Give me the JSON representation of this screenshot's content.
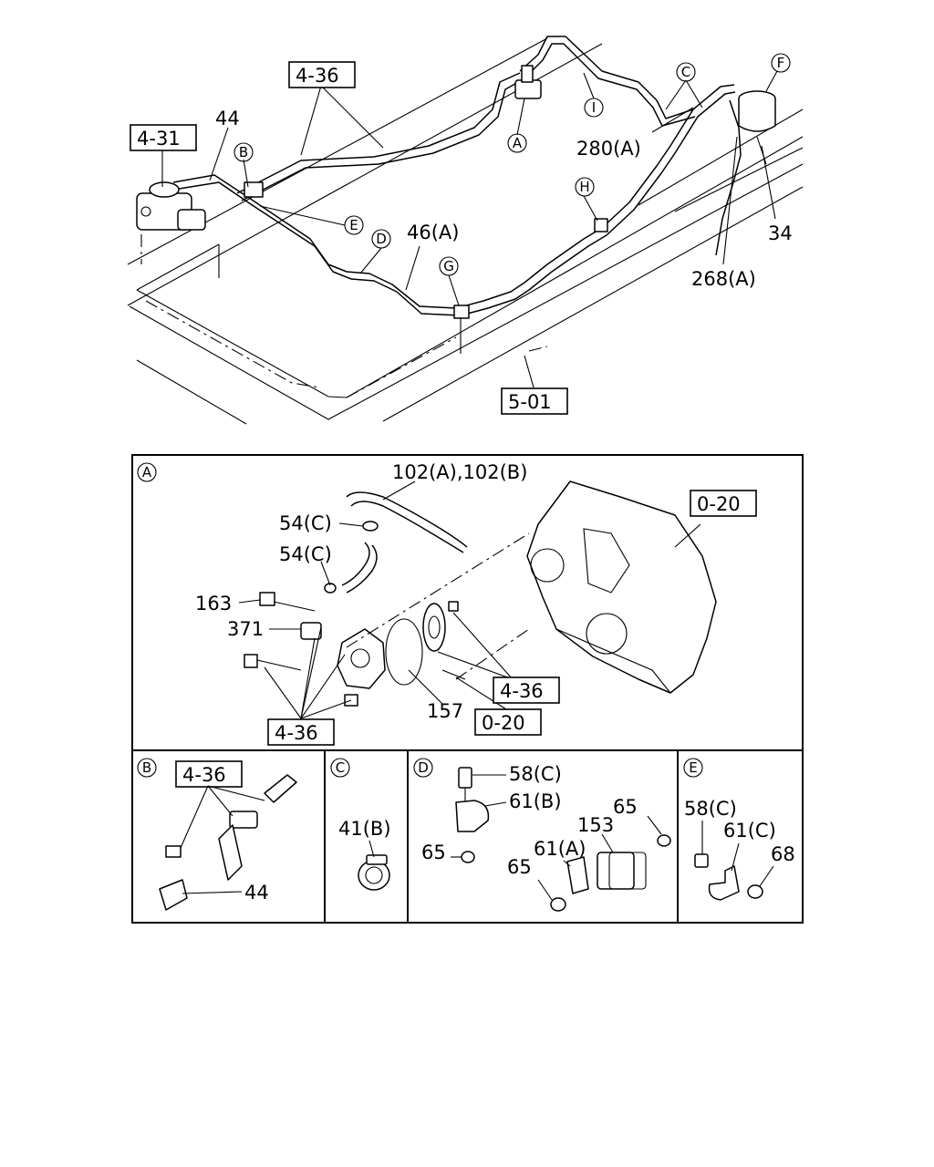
{
  "top_view": {
    "ref_4_36": "4-36",
    "ref_4_31": "4-31",
    "ref_5_01": "5-01",
    "n_44": "44",
    "n_280a": "280(A)",
    "n_46a": "46(A)",
    "n_34": "34",
    "n_268a": "268(A)",
    "m_a": "A",
    "m_b": "B",
    "m_c": "C",
    "m_d": "D",
    "m_e": "E",
    "m_f": "F",
    "m_g": "G",
    "m_h": "H",
    "m_i": "I"
  },
  "panel_a": {
    "marker": "A",
    "n_102": "102(A),102(B)",
    "n_54c_1": "54(C)",
    "n_54c_2": "54(C)",
    "n_163": "163",
    "n_371": "371",
    "n_157": "157",
    "ref_0_20_top": "0-20",
    "ref_4_36_right": "4-36",
    "ref_0_20_bottom": "0-20",
    "ref_4_36_bottom": "4-36"
  },
  "panel_b": {
    "marker": "B",
    "ref_4_36": "4-36",
    "n_44": "44"
  },
  "panel_c": {
    "marker": "C",
    "n_41b": "41(B)"
  },
  "panel_d": {
    "marker": "D",
    "n_58c": "58(C)",
    "n_61b": "61(B)",
    "n_65_top": "65",
    "n_153": "153",
    "n_65_left": "65",
    "n_61a": "61(A)",
    "n_65_bottom": "65"
  },
  "panel_e": {
    "marker": "E",
    "n_58c": "58(C)",
    "n_61c": "61(C)",
    "n_68": "68"
  }
}
